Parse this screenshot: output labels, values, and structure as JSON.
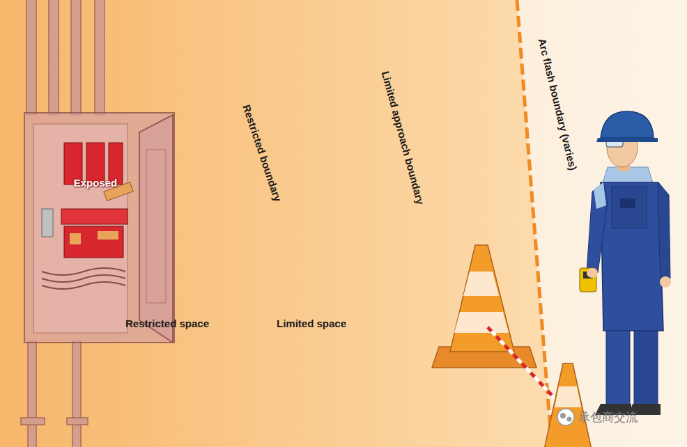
{
  "diagram": {
    "nodes": [
      {
        "text": [
          "Arc flash boundary (varies)"
        ]
      },
      {
        "text": [
          "Limited approach boundary",
          "Limited space"
        ],
        "in": 0
      },
      {
        "text": [
          "Restricted boundary",
          "Restricted space"
        ],
        "in": 1
      },
      {
        "text": [
          "Exposed"
        ],
        "in": 2
      }
    ],
    "labels": [
      "承包商交流"
    ]
  }
}
